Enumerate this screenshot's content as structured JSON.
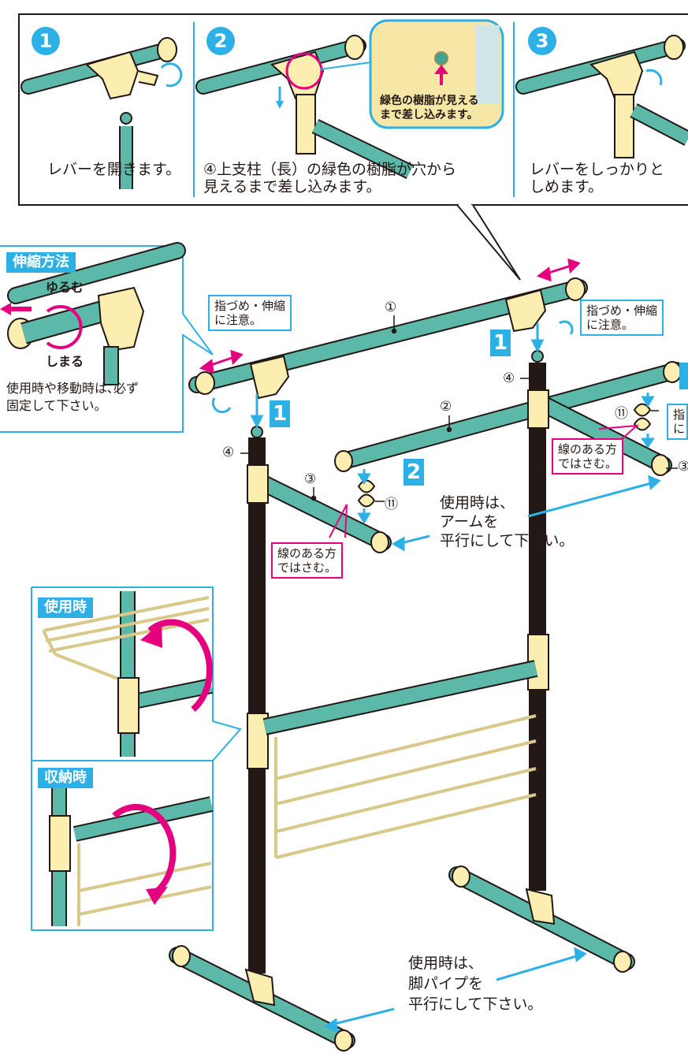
{
  "top_steps": [
    {
      "num": "1",
      "caption": "レバーを開きます。"
    },
    {
      "num": "2",
      "caption_line1": "④上支柱（長）の緑色の樹脂が穴から",
      "caption_line2": "見えるまで差し込みます。",
      "zoom_line1": "緑色の樹脂が見える",
      "zoom_line2": "まで差し込みます。"
    },
    {
      "num": "3",
      "caption_line1": "レバーをしっかりと",
      "caption_line2": "しめます。"
    }
  ],
  "extend": {
    "title": "伸縮方法",
    "loosen": "ゆるむ",
    "tighten": "しまる",
    "note_line1": "使用時や移動時は､必ず",
    "note_line2": "固定して下さい。"
  },
  "finger_caution": {
    "line1": "指づめ・伸縮",
    "line2": "に注意。"
  },
  "finger_caution_cut": {
    "line1": "指",
    "line2": "に"
  },
  "parts": {
    "p1": "①",
    "p2": "②",
    "p3": "③",
    "p4": "④",
    "p11": "⑪",
    "p3_cut": "③"
  },
  "steps_labels": {
    "s1": "1",
    "s2": "2"
  },
  "clip_note": {
    "line1": "線のある方",
    "line2": "ではさむ。"
  },
  "arm_note": {
    "line1": "使用時は、",
    "line2": "アームを",
    "line3": "平行にして下さい。"
  },
  "leg_note": {
    "line1": "使用時は、",
    "line2": "脚パイプを",
    "line3": "平行にして下さい。"
  },
  "use_label": "使用時",
  "store_label": "収納時",
  "colors": {
    "pipe": "#5cb8a8",
    "joint": "#fbeeb0",
    "accent_blue": "#2cb0e6",
    "accent_pink": "#e4007f"
  }
}
